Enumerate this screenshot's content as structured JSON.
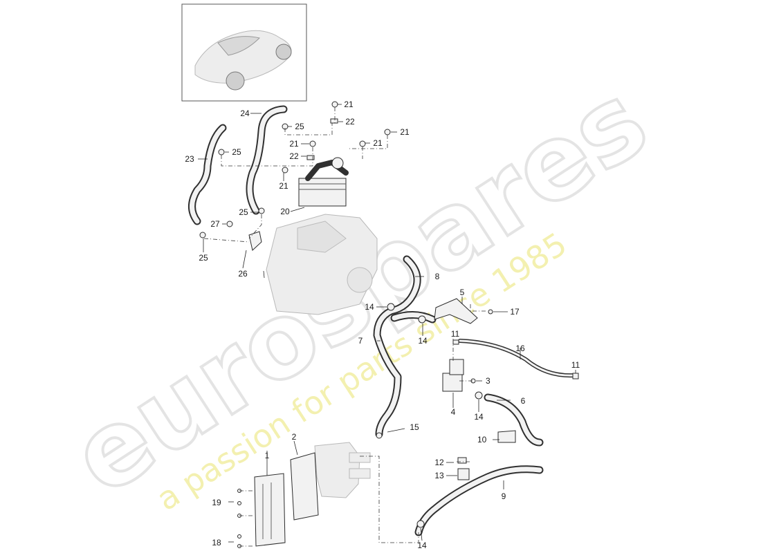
{
  "watermark": {
    "brand": "eurospares",
    "tagline": "a passion for parts since 1985"
  },
  "labels": {
    "l1": "1",
    "l2": "2",
    "l3": "3",
    "l4": "4",
    "l5": "5",
    "l6": "6",
    "l7": "7",
    "l8": "8",
    "l9": "9",
    "l10": "10",
    "l11a": "11",
    "l11b": "11",
    "l12": "12",
    "l13": "13",
    "l14a": "14",
    "l14b": "14",
    "l14c": "14",
    "l14d": "14",
    "l15": "15",
    "l16": "16",
    "l17": "17",
    "l18": "18",
    "l19": "19",
    "l20": "20",
    "l21a": "21",
    "l21b": "21",
    "l21c": "21",
    "l21d": "21",
    "l21e": "21",
    "l22a": "22",
    "l22b": "22",
    "l23": "23",
    "l24": "24",
    "l25a": "25",
    "l25b": "25",
    "l25c": "25",
    "l25d": "25",
    "l26": "26",
    "l27": "27"
  },
  "colors": {
    "line": "#222222",
    "watermark_grey": "#e4e4e4",
    "watermark_yellow": "#f3f0b0"
  }
}
